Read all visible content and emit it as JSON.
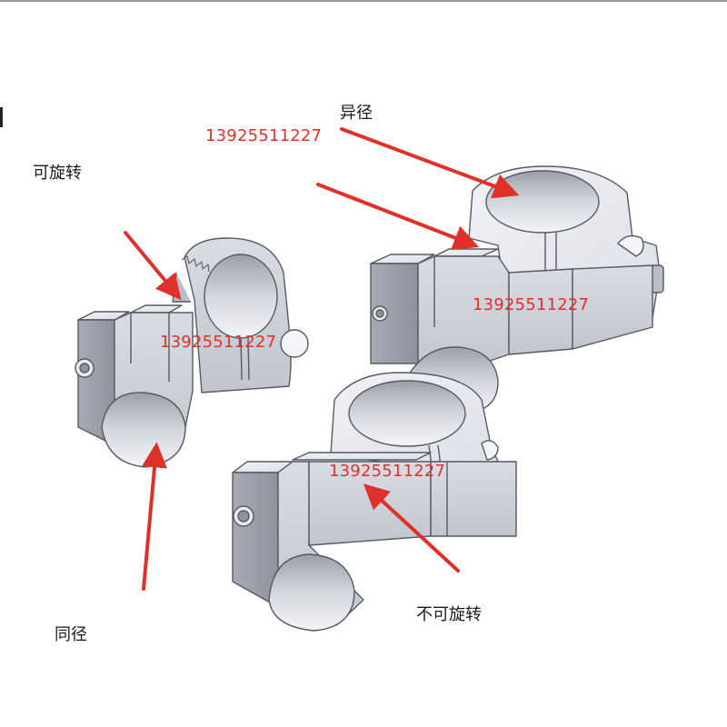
{
  "labels": {
    "rotatable": "可旋转",
    "different_diameter": "异径",
    "same_diameter": "同径",
    "non_rotatable": "不可旋转"
  },
  "phone_numbers": [
    "13925511227",
    "13925511227",
    "13925511227",
    "13925511227"
  ],
  "colors": {
    "annotation_red": "#e0302a",
    "metal_light": "#e4e6ec",
    "metal_mid": "#c7cad3",
    "metal_dark": "#9ea2ac",
    "outline": "#555a63"
  },
  "icons": [
    "pipe-clamp-rotatable",
    "pipe-clamp-different-diameter",
    "pipe-clamp-same-diameter"
  ]
}
